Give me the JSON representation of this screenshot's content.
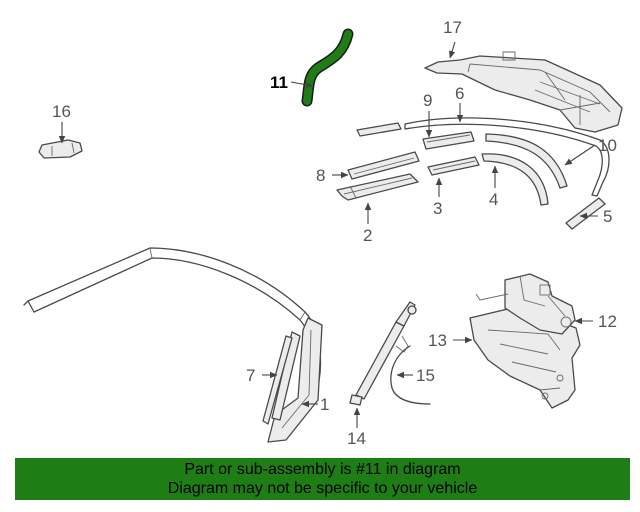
{
  "diagram": {
    "highlight_color": "#1e7d14",
    "callouts": {
      "c1": "1",
      "c2": "2",
      "c3": "3",
      "c4": "4",
      "c5": "5",
      "c6": "6",
      "c7": "7",
      "c8": "8",
      "c9": "9",
      "c10": "10",
      "c11": "11",
      "c12": "12",
      "c13": "13",
      "c14": "14",
      "c15": "15",
      "c16": "16",
      "c17": "17"
    }
  },
  "banner": {
    "line1": "Part or sub-assembly is #11 in diagram",
    "line2": "Diagram may not be specific to your vehicle",
    "background": "#1e7d14"
  }
}
